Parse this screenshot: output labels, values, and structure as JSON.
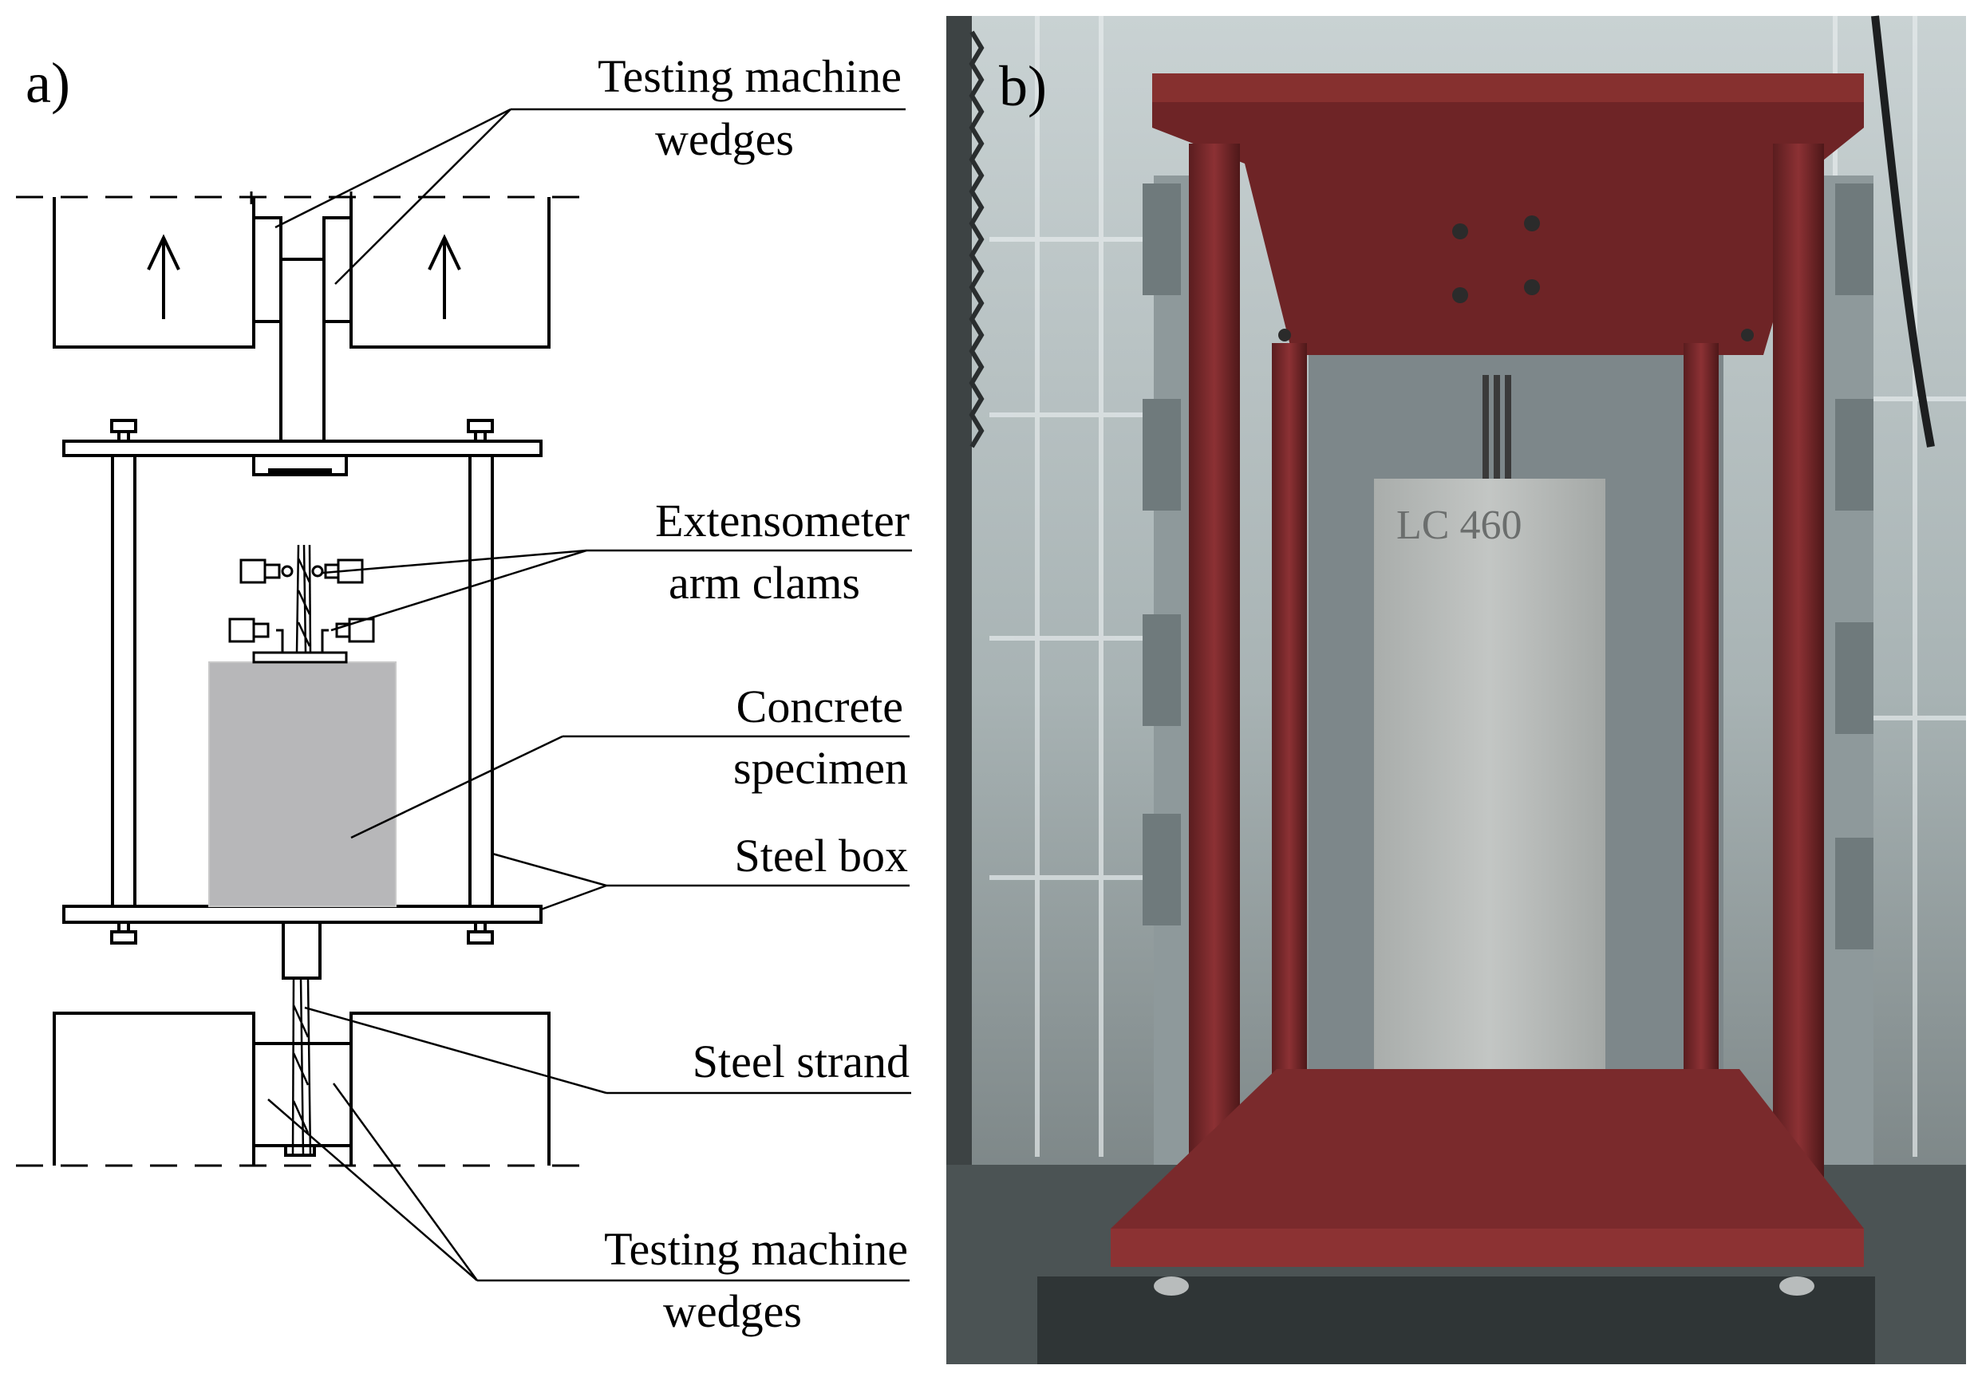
{
  "panel_a": {
    "panel_label": "a)",
    "labels": {
      "wedges_top_line1": "Testing machine",
      "wedges_top_line2": "wedges",
      "extensometer_line1": "Extensometer",
      "extensometer_line2": "arm clams",
      "specimen_line1": "Concrete",
      "specimen_line2": "specimen",
      "steel_box": "Steel box",
      "steel_strand": "Steel strand",
      "wedges_bottom_line1": "Testing machine",
      "wedges_bottom_line2": "wedges"
    },
    "icons": [
      "arrow-up-icon",
      "arrow-up-icon"
    ]
  },
  "panel_b": {
    "panel_label": "b)",
    "specimen_marking": "LC 460",
    "colors": {
      "frame": "#7b2a2c",
      "concrete": "#b9bcbb",
      "background": "#9aa6a8"
    }
  }
}
